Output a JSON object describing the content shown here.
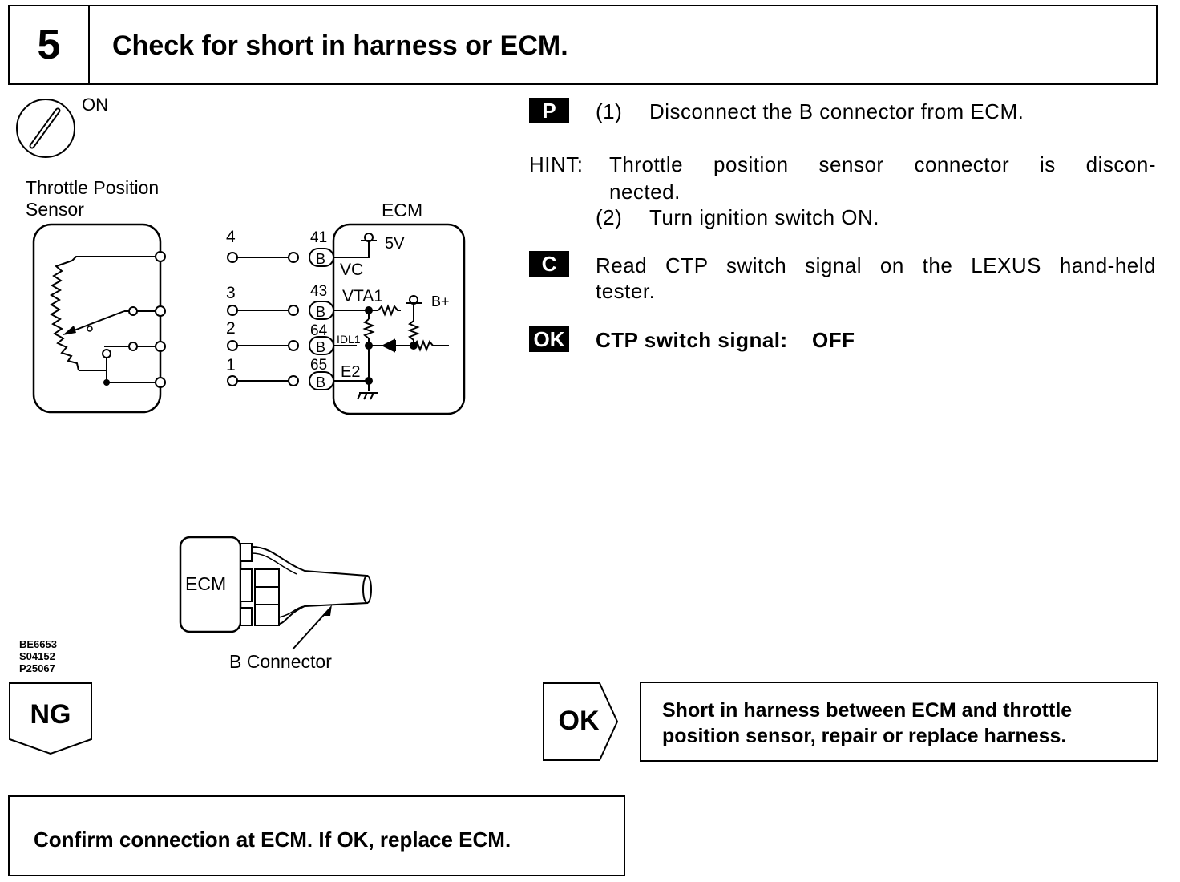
{
  "header": {
    "step_number": "5",
    "title": "Check for short in harness or ECM."
  },
  "diagram": {
    "ignition_label": "ON",
    "sensor_label_line1": "Throttle Position",
    "sensor_label_line2": "Sensor",
    "ecm_label": "ECM",
    "pins": [
      {
        "sensor_pin": "4",
        "ecm_pin": "41",
        "signal": "VC"
      },
      {
        "sensor_pin": "3",
        "ecm_pin": "43",
        "signal": "VTA1"
      },
      {
        "sensor_pin": "2",
        "ecm_pin": "64",
        "signal": "IDL1"
      },
      {
        "sensor_pin": "1",
        "ecm_pin": "65",
        "signal": "E2"
      }
    ],
    "connector_letter": "B",
    "supply_5v": "5V",
    "supply_bplus": "B+",
    "connector_ecm_label": "ECM",
    "connector_caption": "B Connector",
    "figure_codes": [
      "BE6653",
      "S04152",
      "P25067"
    ]
  },
  "instructions": {
    "p_tag": "P",
    "step1_num": "(1)",
    "step1_text": "Disconnect the B connector from ECM.",
    "hint_label": "HINT:",
    "hint_text": "Throttle position sensor connector is discon-",
    "hint_text_cont": "nected.",
    "step2_num": "(2)",
    "step2_text": "Turn ignition switch ON.",
    "c_tag": "C",
    "check_line1": "Read CTP switch signal on the LEXUS hand-held",
    "check_line2": "tester.",
    "ok_tag": "OK",
    "ok_label": "CTP switch signal:",
    "ok_value": "OFF"
  },
  "results": {
    "ng_label": "NG",
    "ok_label": "OK",
    "ok_action_line1": "Short in harness between ECM and throttle",
    "ok_action_line2": "position sensor, repair or replace harness.",
    "ng_action": "Confirm connection at ECM. If OK, replace ECM."
  }
}
